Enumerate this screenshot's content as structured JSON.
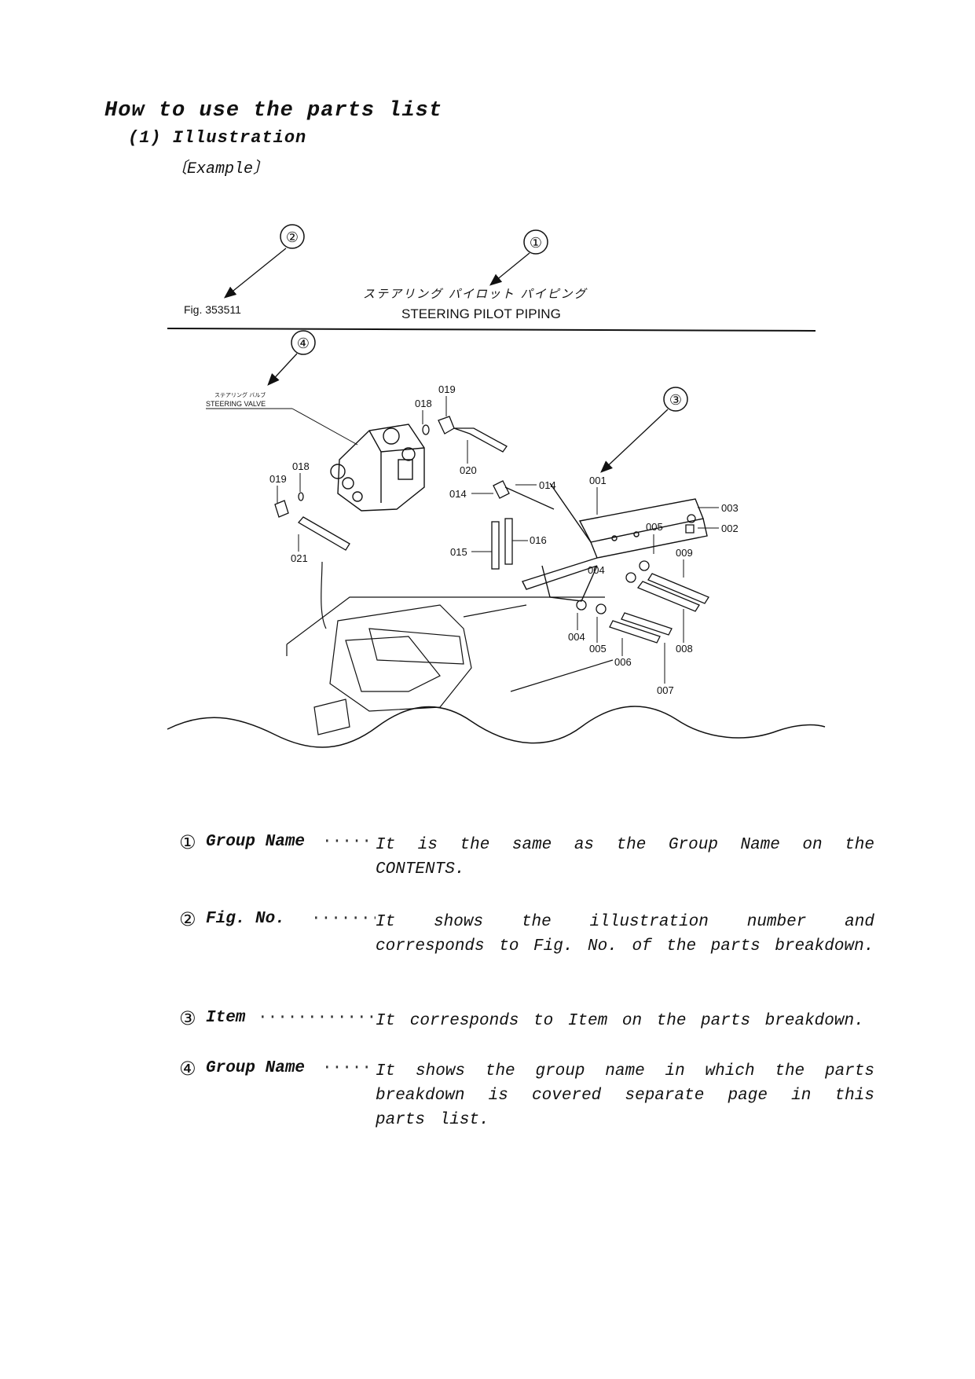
{
  "page": {
    "title": "How to use the parts list",
    "section": "(1) Illustration",
    "example_label": "〔Example〕"
  },
  "figure": {
    "fig_no": "Fig. 353511",
    "group_name_jp": "ステアリング パイロット パイピング",
    "group_name_en": "STEERING PILOT PIPING",
    "sub_group_jp": "ステアリング バルブ",
    "sub_group_en": "STEERING VALVE",
    "callouts": [
      "①",
      "②",
      "③",
      "④"
    ],
    "part_labels": [
      "001",
      "002",
      "003",
      "004",
      "004",
      "005",
      "005",
      "006",
      "007",
      "008",
      "009",
      "014",
      "014",
      "015",
      "016",
      "018",
      "018",
      "019",
      "019",
      "020",
      "021"
    ]
  },
  "legend": [
    {
      "marker": "①",
      "term": "Group Name",
      "leader": "·········",
      "description": "It is the same as the Group Name on the CONTENTS."
    },
    {
      "marker": "②",
      "term": "Fig. No.",
      "leader": "···········",
      "description": "It shows the illustration number and corresponds to Fig. No. of the parts breakdown."
    },
    {
      "marker": "③",
      "term": "Item",
      "leader": "·····················",
      "description": "It corresponds to Item on the parts breakdown."
    },
    {
      "marker": "④",
      "term": "Group Name",
      "leader": "·········",
      "description": "It shows the group name in which the parts breakdown is  covered separate page in this parts list."
    }
  ]
}
